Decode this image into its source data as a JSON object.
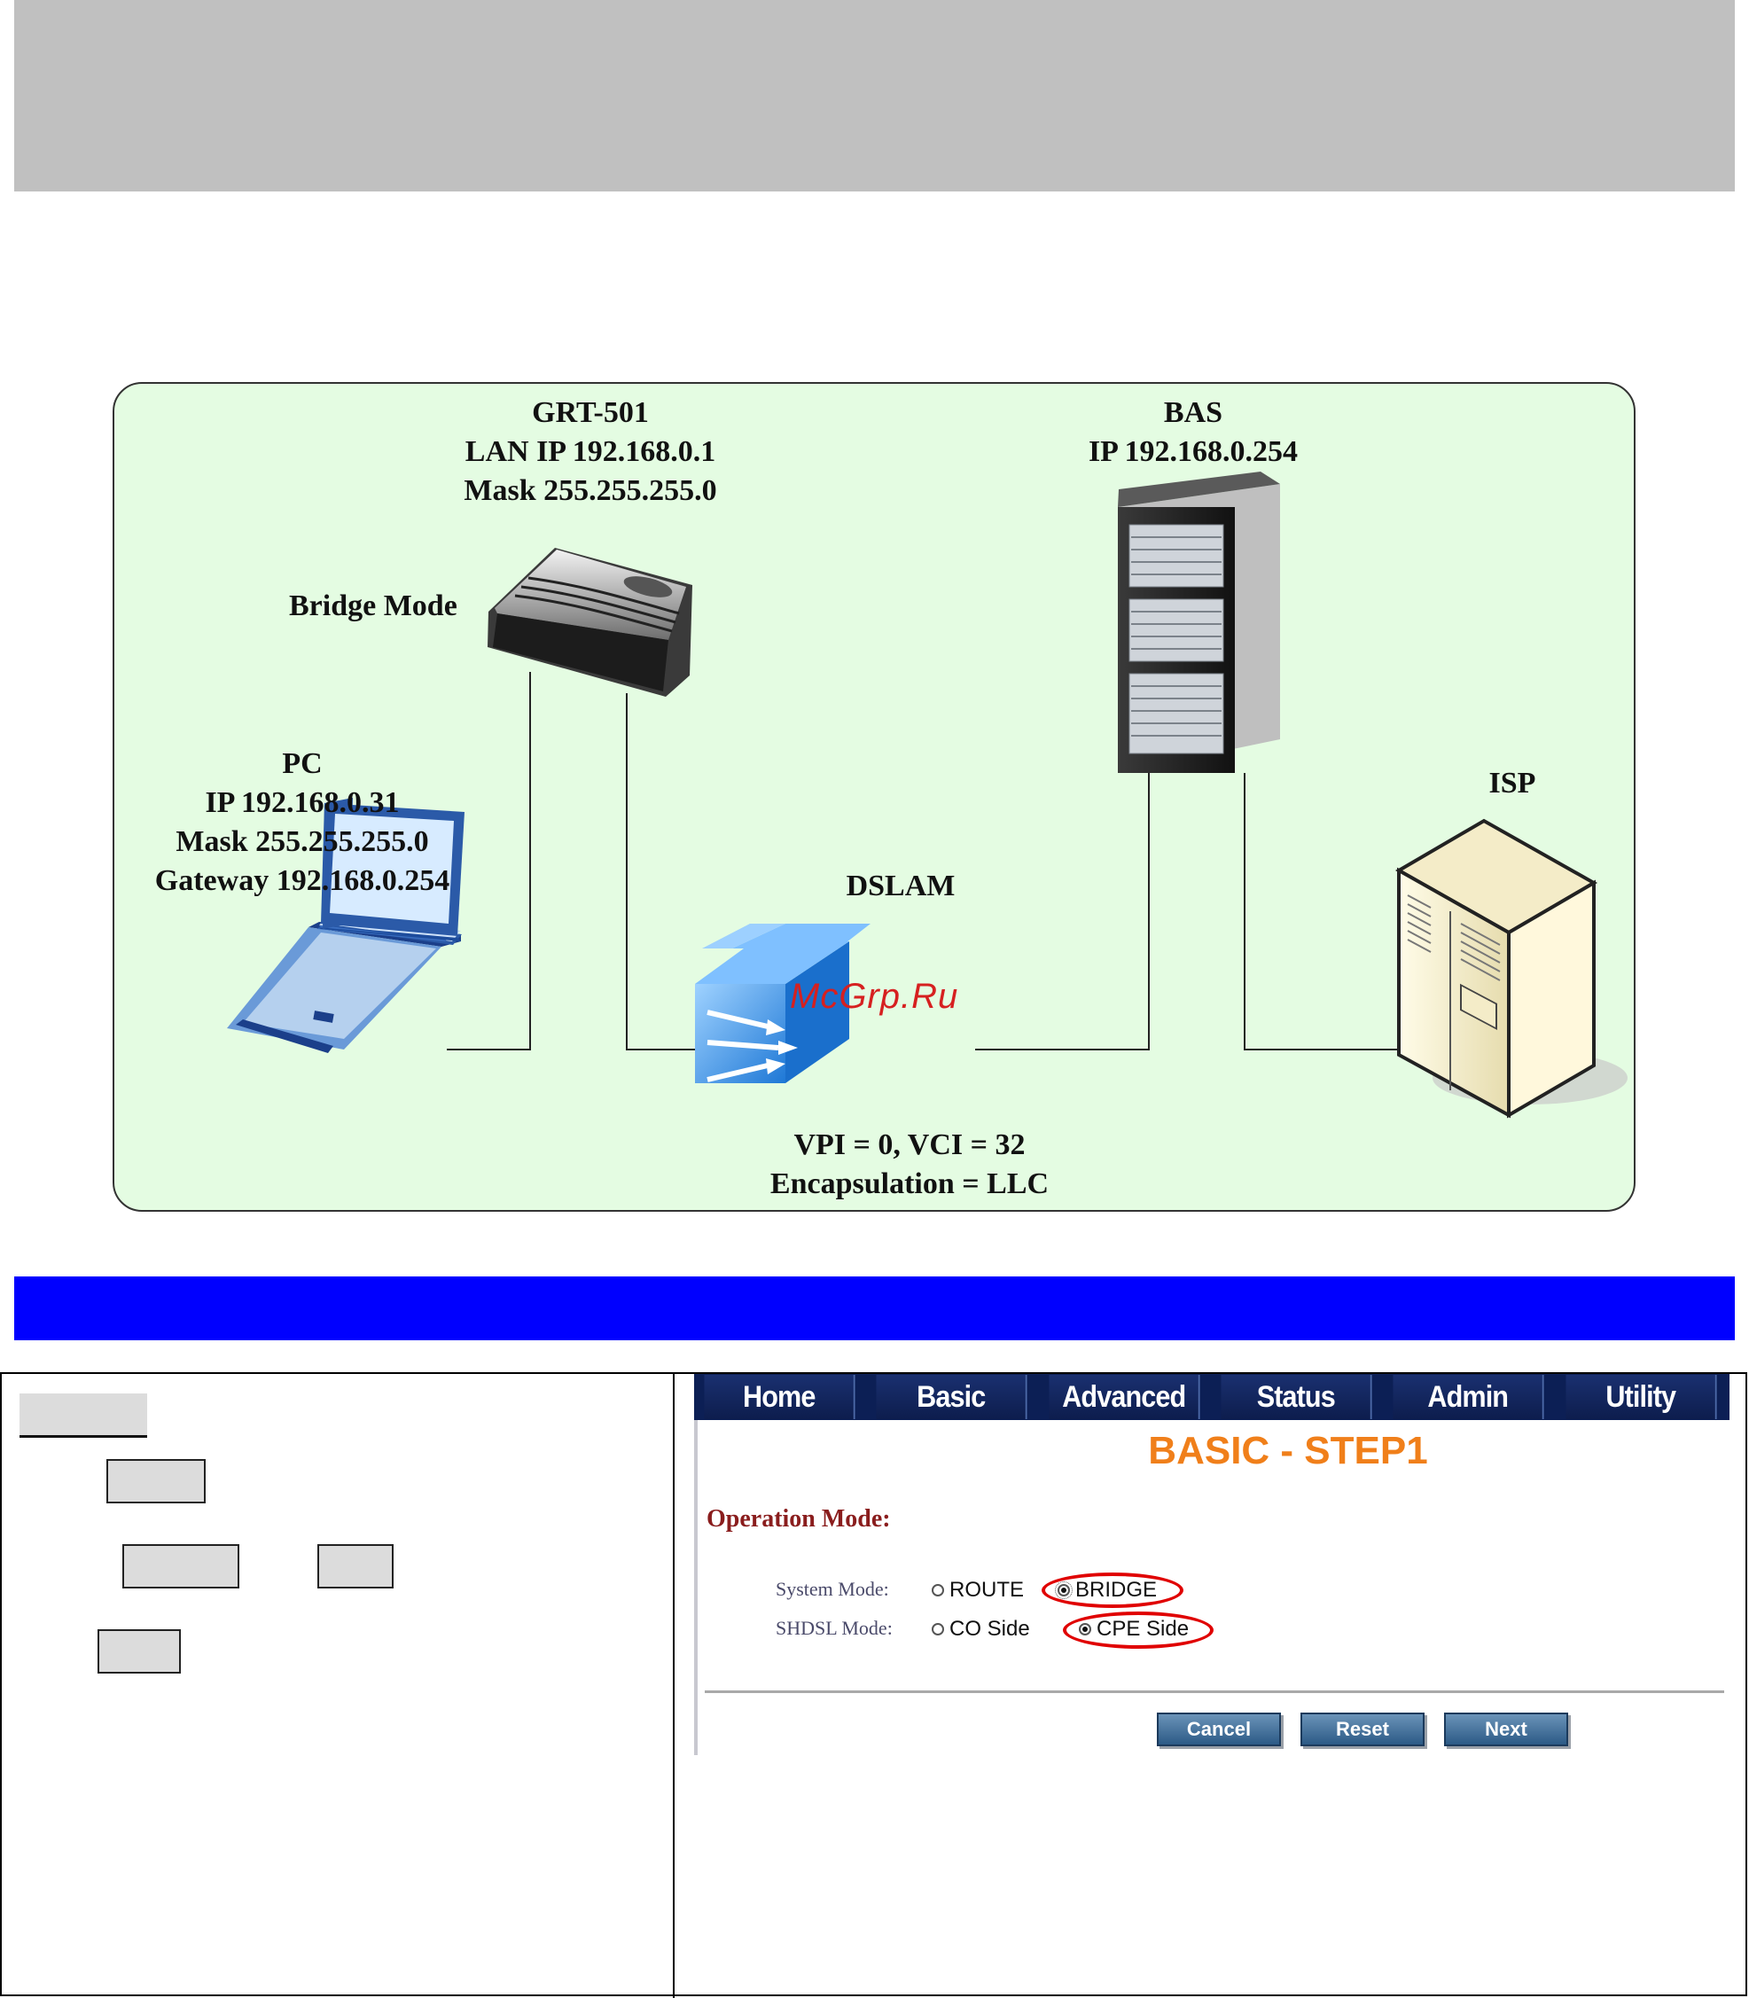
{
  "diagram": {
    "grt": {
      "name": "GRT-501",
      "lan_ip": "LAN IP 192.168.0.1",
      "mask": "Mask 255.255.255.0",
      "mode": "Bridge Mode"
    },
    "bas": {
      "name": "BAS",
      "ip": "IP 192.168.0.254"
    },
    "pc": {
      "name": "PC",
      "ip": "IP 192.168.0.31",
      "mask": "Mask 255.255.255.0",
      "gateway": "Gateway 192.168.0.254"
    },
    "dslam": {
      "name": "DSLAM",
      "vpi_vci": "VPI = 0, VCI = 32",
      "encapsulation": "Encapsulation = LLC"
    },
    "isp": {
      "name": "ISP"
    },
    "watermark": "McGrp.Ru"
  },
  "ui": {
    "nav": [
      "Home",
      "Basic",
      "Advanced",
      "Status",
      "Admin",
      "Utility"
    ],
    "title": "BASIC - STEP1",
    "operation_mode": "Operation Mode:",
    "system_mode": {
      "label": "System Mode:",
      "option1": "ROUTE",
      "option2": "BRIDGE",
      "selected": "BRIDGE"
    },
    "shdsl_mode": {
      "label": "SHDSL Mode:",
      "option1": "CO Side",
      "option2": "CPE Side",
      "selected": "CPE Side"
    },
    "buttons": {
      "cancel": "Cancel",
      "reset": "Reset",
      "next": "Next"
    }
  },
  "colors": {
    "accent_orange": "#f07f1a",
    "nav_blue": "#0c1f55",
    "diagram_bg": "#e4fce2",
    "band_blue": "#0000ff"
  }
}
